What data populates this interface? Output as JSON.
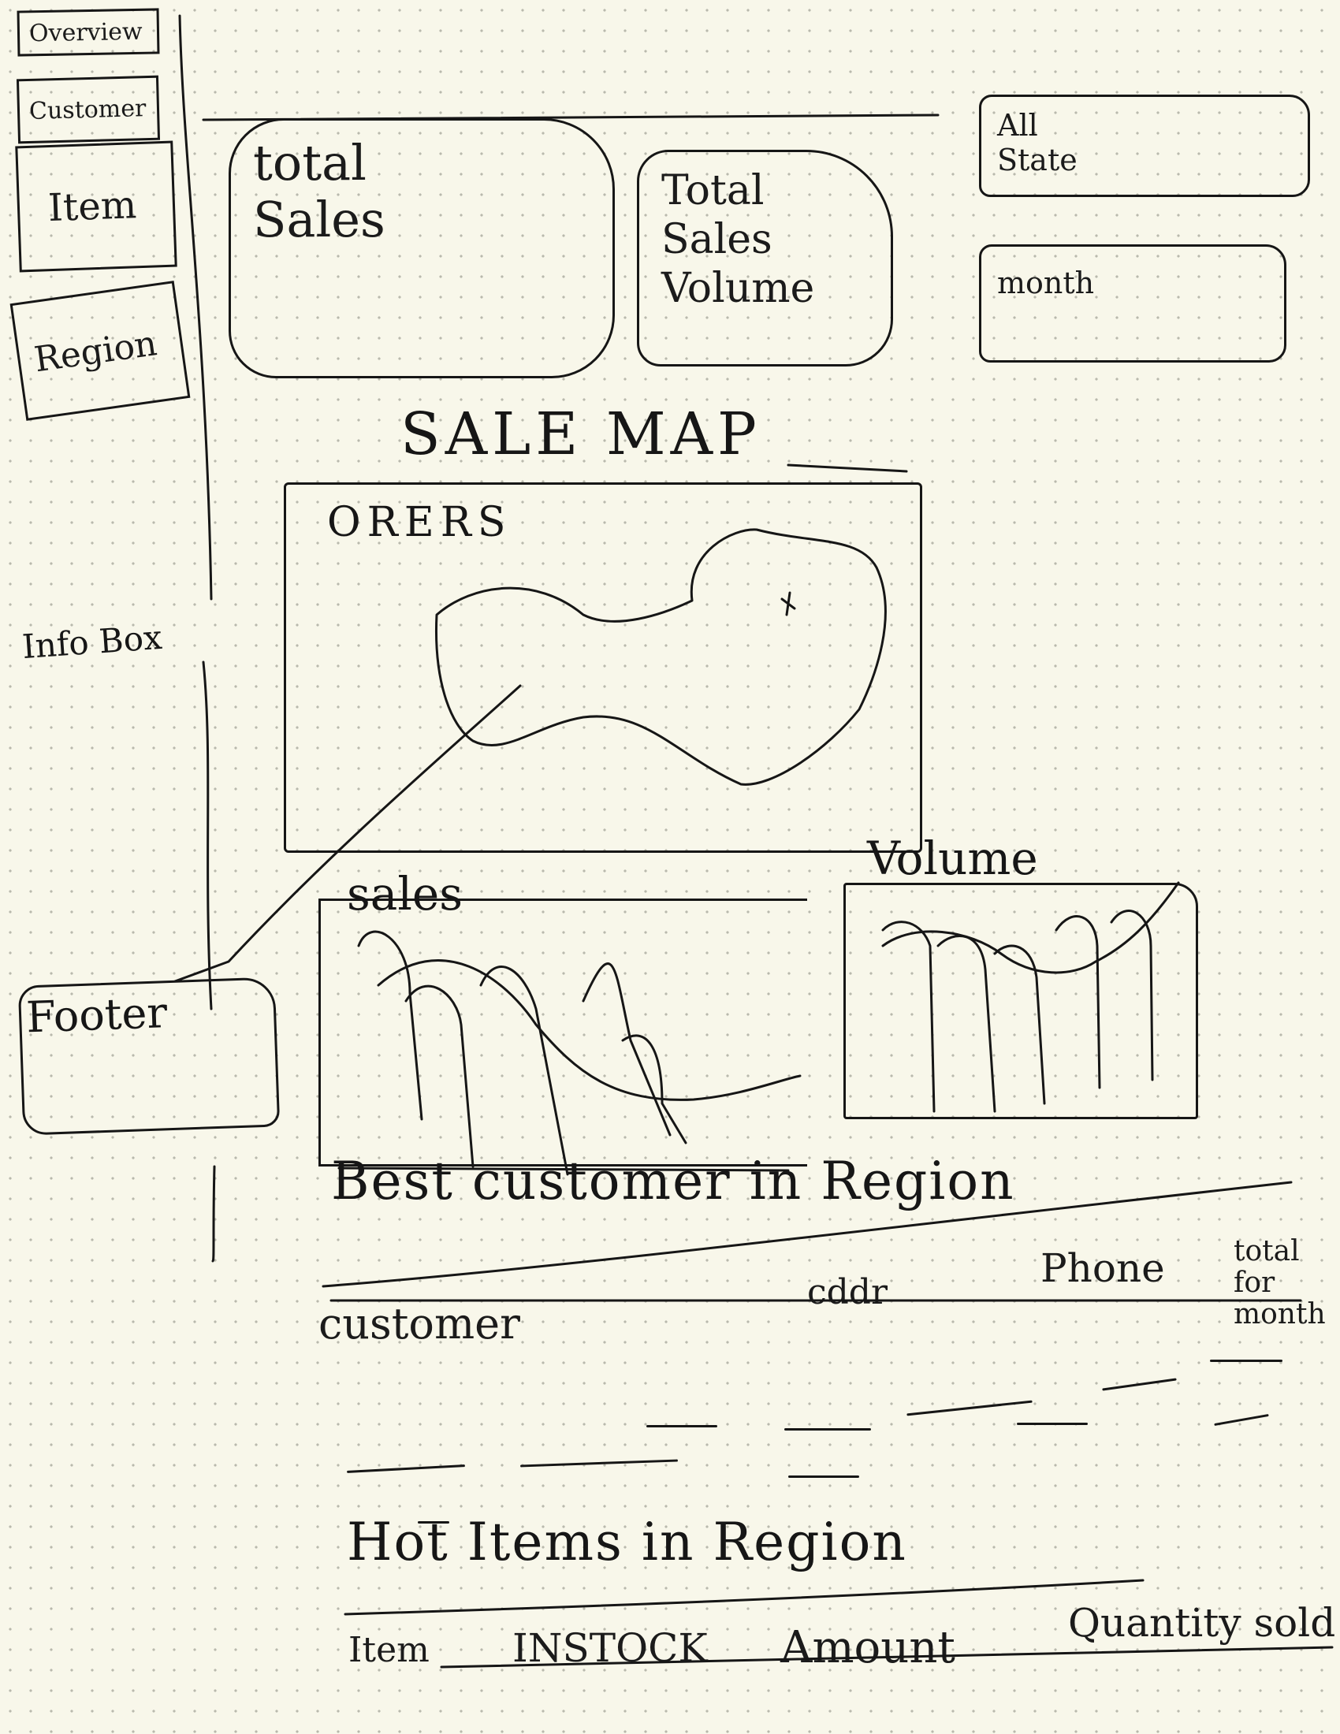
{
  "nav": {
    "items": [
      {
        "label": "Overview"
      },
      {
        "label": "Customer"
      },
      {
        "label": "Item"
      },
      {
        "label": "Region"
      }
    ],
    "infobox_label": "Info Box",
    "footer_label": "Footer"
  },
  "kpis": {
    "total_sales": "total Sales",
    "total_sales_volume": "Total Sales Volume"
  },
  "filters": {
    "state": "All State",
    "month": "month"
  },
  "map": {
    "section_title": "SALE MAP",
    "panel_title": "ORERS"
  },
  "charts": {
    "sales_title": "sales",
    "volume_title": "Volume"
  },
  "best_customers": {
    "title": "Best customer in Region",
    "columns": [
      "customer",
      "cddr",
      "Phone",
      "total for month"
    ]
  },
  "hot_items": {
    "title": "Hot Items in Region",
    "columns": [
      "Item",
      "INSTOCK",
      "Amount",
      "Quantity sold"
    ]
  }
}
